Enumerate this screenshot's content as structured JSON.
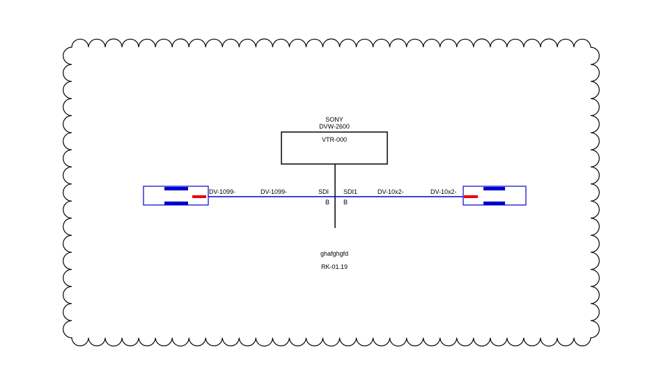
{
  "device": {
    "manufacturer": "SONY",
    "model": "DVW-2600",
    "tag": "VTR-000"
  },
  "ports": {
    "left": "SDI",
    "left_sub": "B",
    "right": "SDI1",
    "right_sub": "B"
  },
  "cables": {
    "left_outer": "DV-1099-",
    "left_inner": "DV-1099-",
    "right_inner": "DV-10x2-",
    "right_outer": "DV-10x2-"
  },
  "location": {
    "name": "ghafghgfd",
    "rack": "RK-01.19"
  },
  "colors": {
    "connection": "#0000cc",
    "connector_accent": "#ee0000",
    "outline": "#000000"
  }
}
